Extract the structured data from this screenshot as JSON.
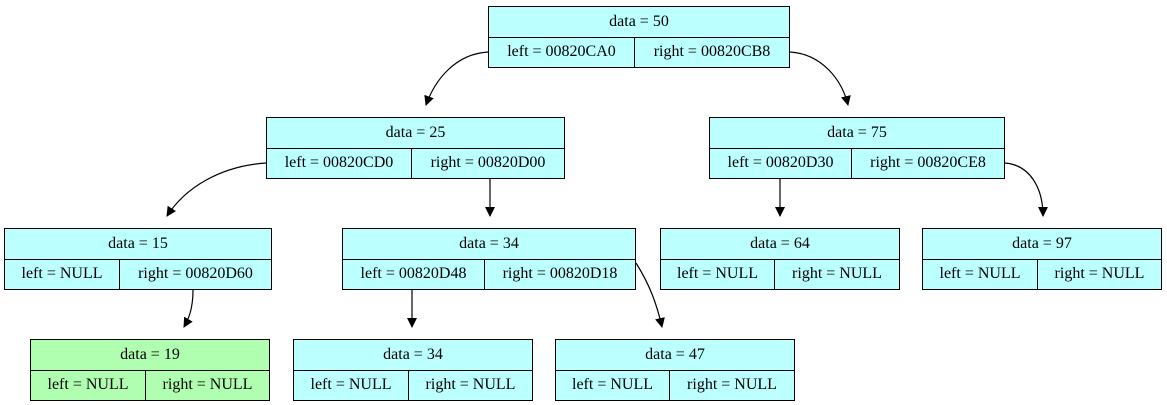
{
  "colors": {
    "node_fill": "#bbffff",
    "highlight_fill": "#b0ffb0",
    "stroke": "#000000"
  },
  "nodes": [
    {
      "id": "n50",
      "data": "data = 50",
      "left": "left = 00820CA0",
      "right": "right = 00820CB8",
      "highlight": false
    },
    {
      "id": "n25",
      "data": "data = 25",
      "left": "left = 00820CD0",
      "right": "right = 00820D00",
      "highlight": false
    },
    {
      "id": "n75",
      "data": "data = 75",
      "left": "left = 00820D30",
      "right": "right = 00820CE8",
      "highlight": false
    },
    {
      "id": "n15",
      "data": "data = 15",
      "left": "left = NULL",
      "right": "right = 00820D60",
      "highlight": false
    },
    {
      "id": "n34a",
      "data": "data = 34",
      "left": "left = 00820D48",
      "right": "right = 00820D18",
      "highlight": false
    },
    {
      "id": "n64",
      "data": "data = 64",
      "left": "left = NULL",
      "right": "right = NULL",
      "highlight": false
    },
    {
      "id": "n97",
      "data": "data = 97",
      "left": "left = NULL",
      "right": "right = NULL",
      "highlight": false
    },
    {
      "id": "n19",
      "data": "data = 19",
      "left": "left = NULL",
      "right": "right = NULL",
      "highlight": true
    },
    {
      "id": "n34b",
      "data": "data = 34",
      "left": "left = NULL",
      "right": "right = NULL",
      "highlight": false
    },
    {
      "id": "n47",
      "data": "data = 47",
      "left": "left = NULL",
      "right": "right = NULL",
      "highlight": false
    }
  ],
  "edges": [
    {
      "from": "n50",
      "port": "left",
      "to": "n25"
    },
    {
      "from": "n50",
      "port": "right",
      "to": "n75"
    },
    {
      "from": "n25",
      "port": "left",
      "to": "n15"
    },
    {
      "from": "n25",
      "port": "right",
      "to": "n34a"
    },
    {
      "from": "n75",
      "port": "left",
      "to": "n64"
    },
    {
      "from": "n75",
      "port": "right",
      "to": "n97"
    },
    {
      "from": "n15",
      "port": "right",
      "to": "n19"
    },
    {
      "from": "n34a",
      "port": "left",
      "to": "n34b"
    },
    {
      "from": "n34a",
      "port": "right",
      "to": "n47"
    }
  ]
}
